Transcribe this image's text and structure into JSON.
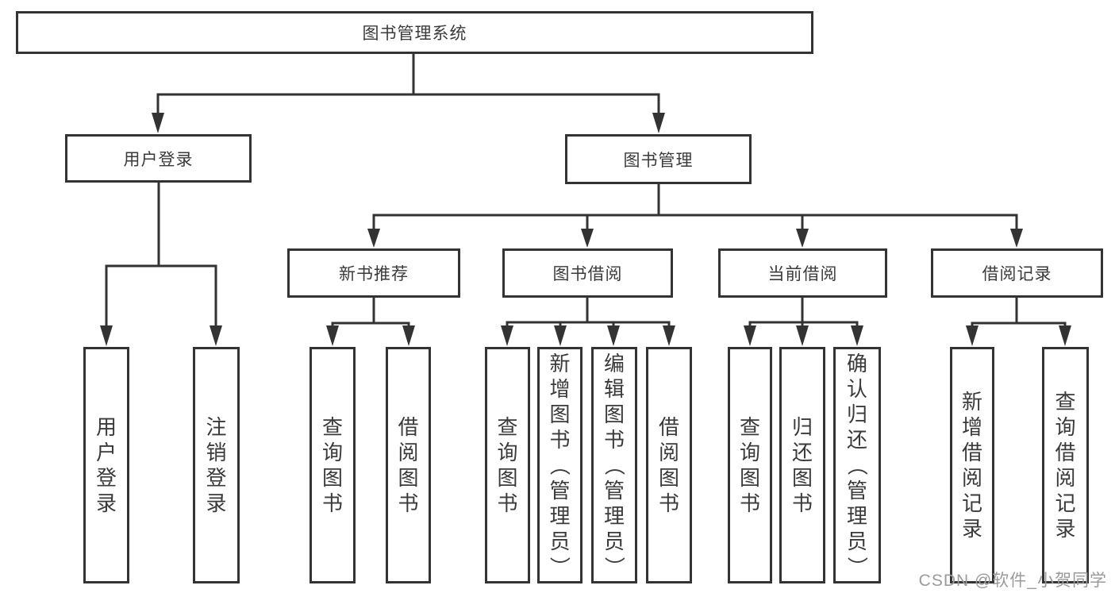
{
  "diagram": {
    "root": "图书管理系统",
    "level2": {
      "user_login": "用户登录",
      "book_mgmt": "图书管理"
    },
    "level3": {
      "new_book_rec": "新书推荐",
      "book_borrow": "图书借阅",
      "current_borrow": "当前借阅",
      "borrow_records": "借阅记录"
    },
    "leaves": {
      "user_login": "用户登录",
      "logout": "注销登录",
      "rec_query_books": "查询图书",
      "rec_borrow_books": "借阅图书",
      "bb_query_books": "查询图书",
      "bb_add_books": "新增图书（管理员）",
      "bb_edit_books": "编辑图书（管理员）",
      "bb_borrow_books": "借阅图书",
      "cb_query_books": "查询图书",
      "cb_return_books": "归还图书",
      "cb_confirm_return": "确认归还（管理员）",
      "br_add_record": "新增借阅记录",
      "br_query_record": "查询借阅记录"
    }
  },
  "watermark": "CSDN @软件_小贺同学",
  "colors": {
    "line": "#333333",
    "text": "#3a3a3a",
    "watermark": "#9a9a9a",
    "background": "#ffffff"
  }
}
